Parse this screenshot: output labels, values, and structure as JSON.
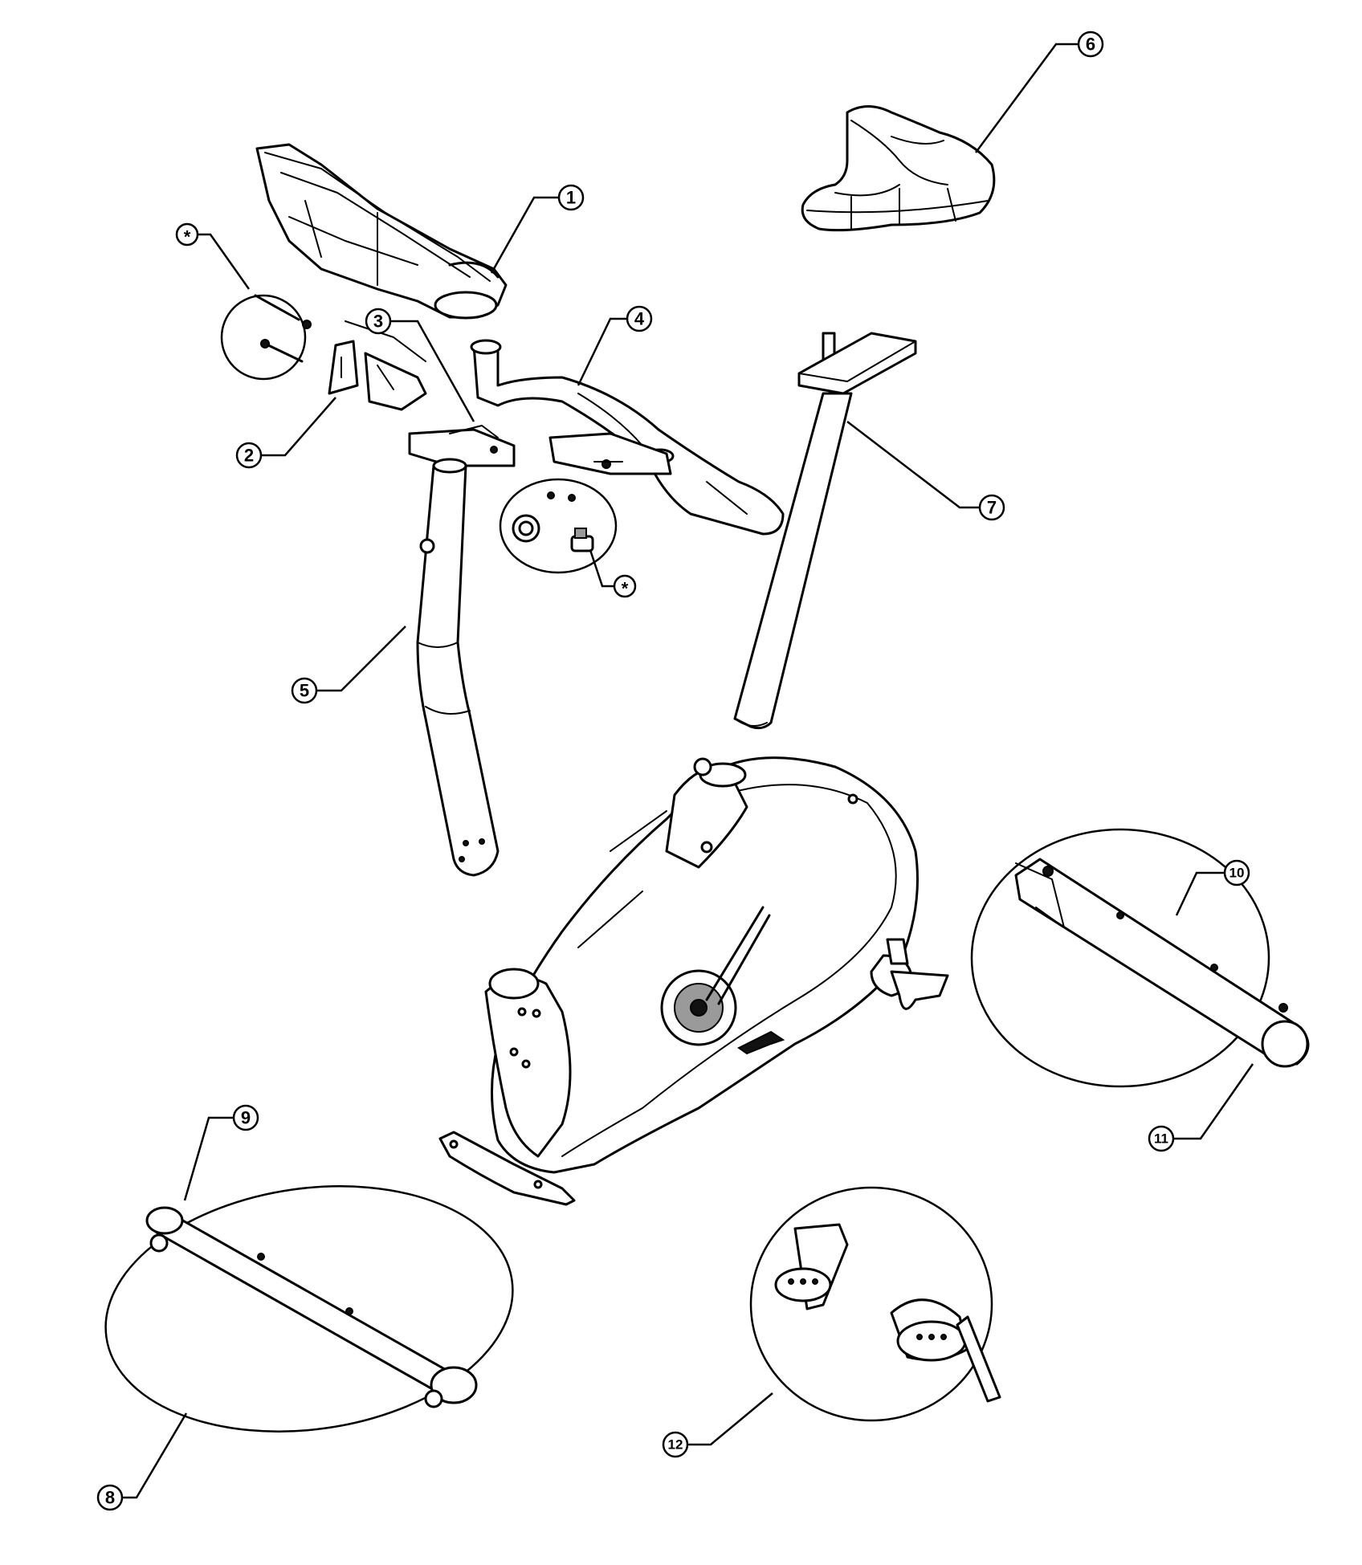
{
  "diagram": {
    "callouts": [
      {
        "id": "c1",
        "label": "1"
      },
      {
        "id": "c2",
        "label": "2"
      },
      {
        "id": "c3",
        "label": "3"
      },
      {
        "id": "c4",
        "label": "4"
      },
      {
        "id": "c5",
        "label": "5"
      },
      {
        "id": "c6",
        "label": "6"
      },
      {
        "id": "c7",
        "label": "7"
      },
      {
        "id": "c8",
        "label": "8"
      },
      {
        "id": "c9",
        "label": "9"
      },
      {
        "id": "c10",
        "label": "10"
      },
      {
        "id": "c11",
        "label": "11"
      },
      {
        "id": "c12",
        "label": "12"
      },
      {
        "id": "cs1",
        "label": "*"
      },
      {
        "id": "cs2",
        "label": "*"
      }
    ]
  }
}
